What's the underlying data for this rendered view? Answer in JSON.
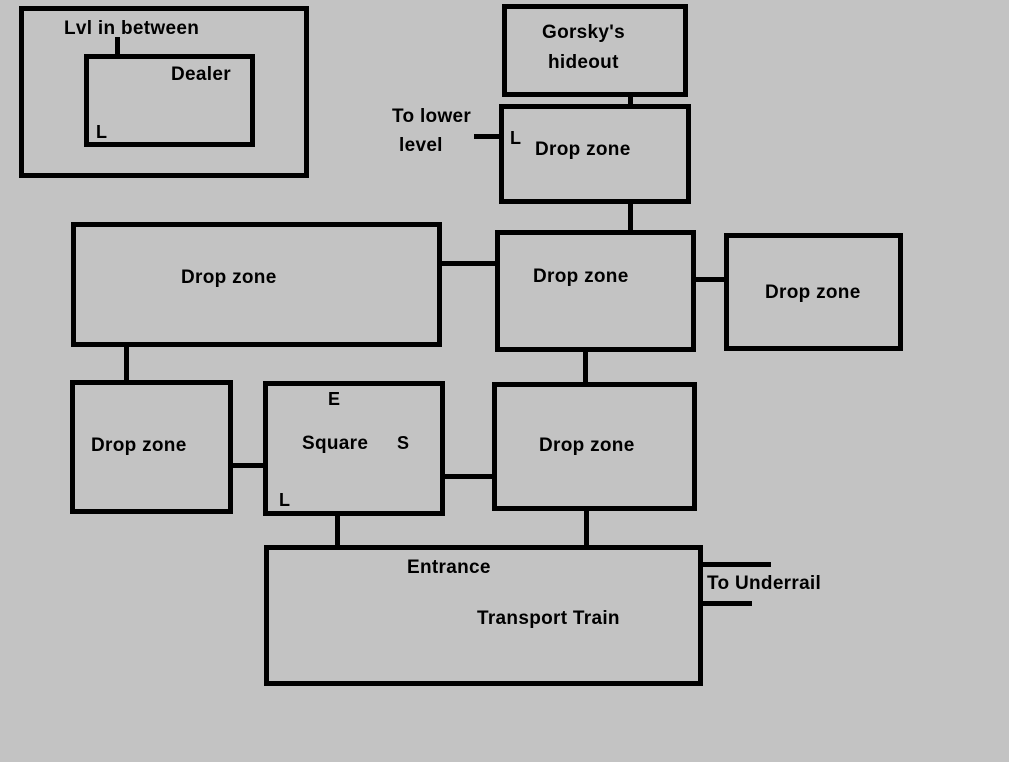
{
  "diagram": {
    "title": "Area map",
    "background_color": "#c3c3c3",
    "line_color": "#000000"
  },
  "rooms": {
    "lvl_between": {
      "label": "Lvl in between"
    },
    "dealer": {
      "label": "Dealer",
      "marker": "L"
    },
    "gorsky": {
      "label_line1": "Gorsky's",
      "label_line2": "hideout"
    },
    "dz_top": {
      "label": "Drop zone",
      "marker": "L"
    },
    "dz_wide": {
      "label": "Drop zone"
    },
    "dz_center": {
      "label": "Drop zone"
    },
    "dz_right": {
      "label": "Drop zone"
    },
    "dz_left": {
      "label": "Drop zone"
    },
    "square": {
      "label": "Square",
      "marker_e": "E",
      "marker_s": "S",
      "marker_l": "L"
    },
    "dz_lower": {
      "label": "Drop zone"
    },
    "entrance": {
      "label": "Entrance",
      "sublabel": "Transport Train"
    }
  },
  "exits": {
    "lower_level": {
      "line1": "To lower",
      "line2": "level"
    },
    "underrail": {
      "label": "To Underrail"
    }
  },
  "connections": [
    [
      "lvl_between",
      "dealer"
    ],
    [
      "gorsky",
      "dz_top"
    ],
    [
      "dz_top",
      "dz_center"
    ],
    [
      "dz_wide",
      "dz_center"
    ],
    [
      "dz_center",
      "dz_right"
    ],
    [
      "dz_center",
      "dz_lower"
    ],
    [
      "dz_wide",
      "dz_left"
    ],
    [
      "dz_left",
      "square"
    ],
    [
      "square",
      "dz_lower"
    ],
    [
      "square",
      "entrance"
    ],
    [
      "dz_lower",
      "entrance"
    ],
    [
      "dz_top",
      "lower_level"
    ],
    [
      "entrance",
      "underrail"
    ]
  ]
}
